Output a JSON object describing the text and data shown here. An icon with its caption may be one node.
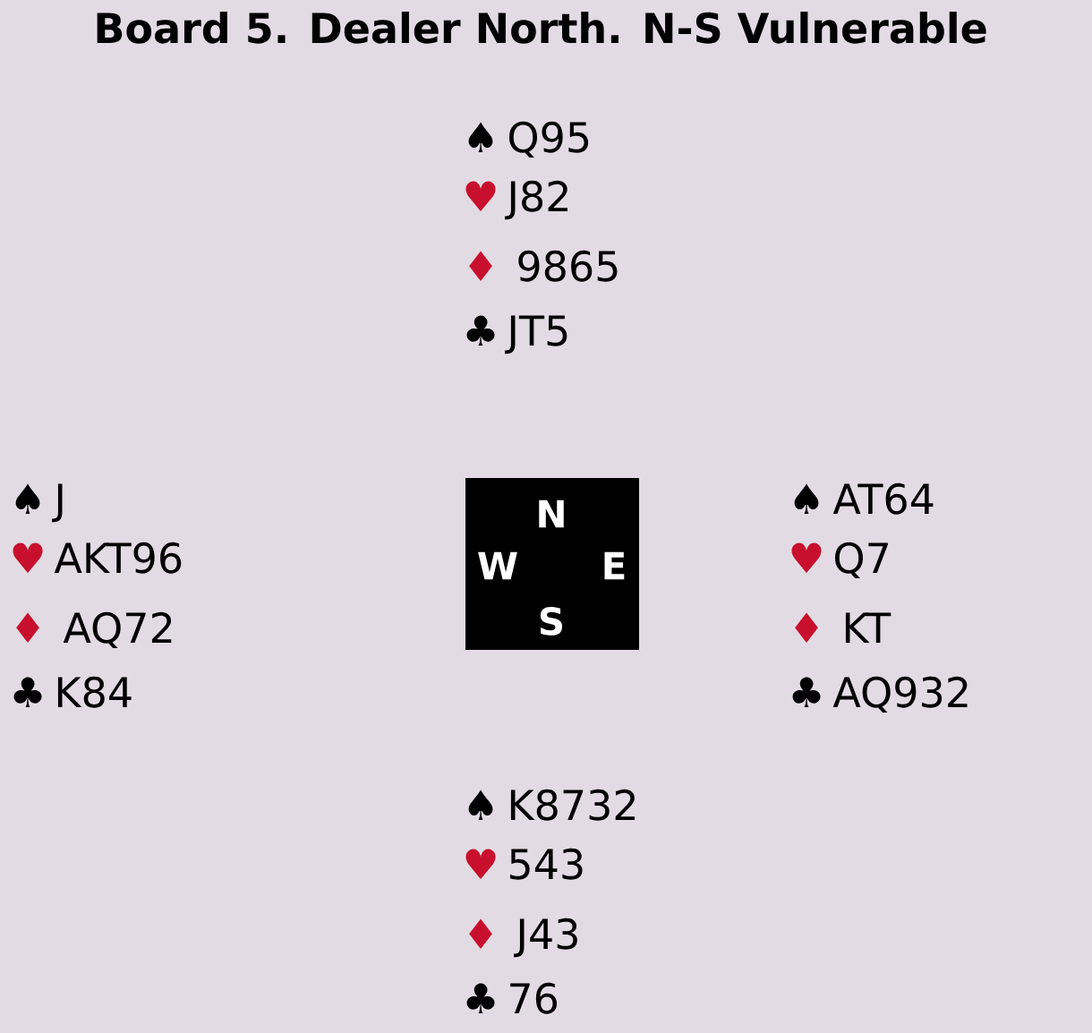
{
  "diagram": {
    "title": "Board 5. Dealer North. N-S Vulnerable",
    "nodes": [
      {
        "text": [
          "N",
          "W",
          "E",
          "S"
        ]
      }
    ],
    "labels": [
      "♠",
      "Q95",
      "♥",
      "J82",
      "♦",
      "9865",
      "♣",
      "JT5",
      "♠",
      "J",
      "♥",
      "AKT96",
      "♦",
      "AQ72",
      "♣",
      "K84",
      "♠",
      "AT64",
      "♥",
      "Q7",
      "♦",
      "KT",
      "♣",
      "AQ932",
      "♠",
      "K8732",
      "♥",
      "543",
      "♦",
      "J43",
      "♣",
      "76"
    ]
  }
}
